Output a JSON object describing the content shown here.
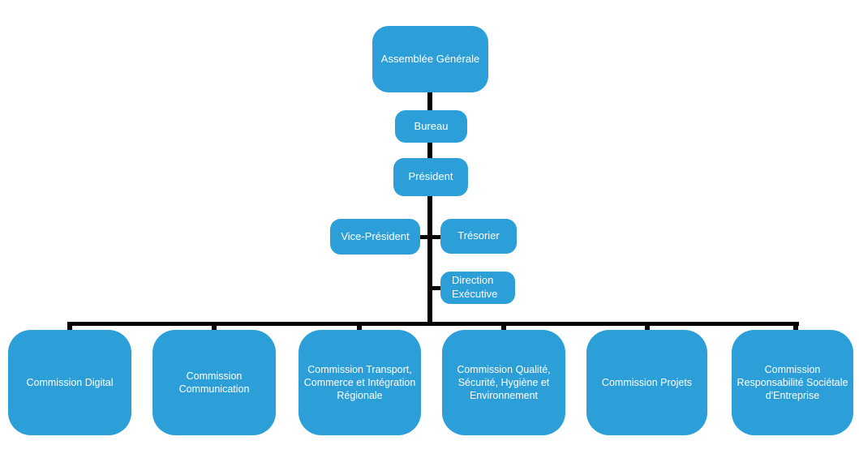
{
  "diagram": {
    "type": "org-chart",
    "language": "fr",
    "colors": {
      "node_fill": "#2D9FD8",
      "node_text": "#FFFFFF",
      "connector": "#000000",
      "background": "#FFFFFF"
    },
    "nodes": {
      "assemblee": {
        "label": "Assemblée Générale"
      },
      "bureau": {
        "label": "Bureau"
      },
      "president": {
        "label": "Président"
      },
      "vice_president": {
        "label": "Vice-Président"
      },
      "tresorier": {
        "label": "Trésorier"
      },
      "direction_executive": {
        "label": "Direction Exécutive"
      },
      "commissions": [
        {
          "label": "Commission Digital"
        },
        {
          "label": "Commission Communication"
        },
        {
          "label": "Commission Transport, Commerce et Intégration Régionale"
        },
        {
          "label": "Commission Qualité, Sécurité, Hygiène et Environnement"
        },
        {
          "label": "Commission Projets"
        },
        {
          "label": "Commission Responsabilité Sociétale d'Entreprise"
        }
      ]
    }
  }
}
